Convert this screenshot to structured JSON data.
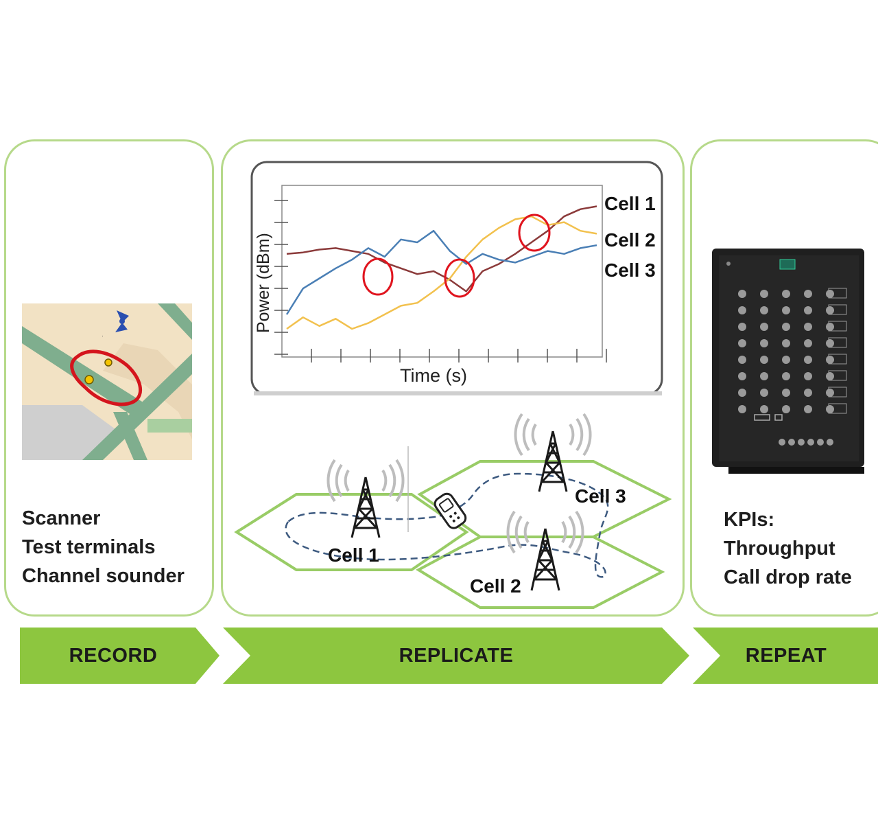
{
  "record": {
    "items": [
      "Scanner",
      "Test terminals",
      "Channel sounder"
    ],
    "stage_label": "RECORD"
  },
  "replicate": {
    "stage_label": "REPLICATE",
    "chart": {
      "ylabel": "Power (dBm)",
      "xlabel": "Time (s)",
      "legend": [
        "Cell 1",
        "Cell 2",
        "Cell 3"
      ]
    },
    "cells": [
      "Cell 1",
      "Cell 2",
      "Cell 3"
    ]
  },
  "repeat": {
    "items": [
      "KPIs:",
      "Throughput",
      "Call drop rate"
    ],
    "stage_label": "REPEAT"
  },
  "colors": {
    "panel_border": "#b6d98a",
    "arrow_fill": "#8dc63f",
    "cell1_line": "#8b3a3a",
    "cell2_line": "#f2c14e",
    "cell3_line": "#4a7fb5",
    "handover_circle": "#e0141e"
  },
  "chart_data": {
    "type": "line",
    "xlabel": "Time (s)",
    "ylabel": "Power (dBm)",
    "series": [
      {
        "name": "Cell 1",
        "values": [
          0.62,
          0.63,
          0.65,
          0.66,
          0.64,
          0.62,
          0.56,
          0.52,
          0.48,
          0.5,
          0.44,
          0.36,
          0.5,
          0.55,
          0.62,
          0.7,
          0.78,
          0.88,
          0.93,
          0.95
        ]
      },
      {
        "name": "Cell 2",
        "values": [
          0.1,
          0.18,
          0.12,
          0.17,
          0.1,
          0.14,
          0.2,
          0.26,
          0.28,
          0.36,
          0.45,
          0.6,
          0.72,
          0.8,
          0.86,
          0.88,
          0.82,
          0.84,
          0.78,
          0.76
        ]
      },
      {
        "name": "Cell 3",
        "values": [
          0.2,
          0.38,
          0.45,
          0.52,
          0.58,
          0.66,
          0.6,
          0.72,
          0.7,
          0.78,
          0.64,
          0.55,
          0.62,
          0.58,
          0.56,
          0.6,
          0.64,
          0.62,
          0.66,
          0.68
        ]
      }
    ]
  }
}
